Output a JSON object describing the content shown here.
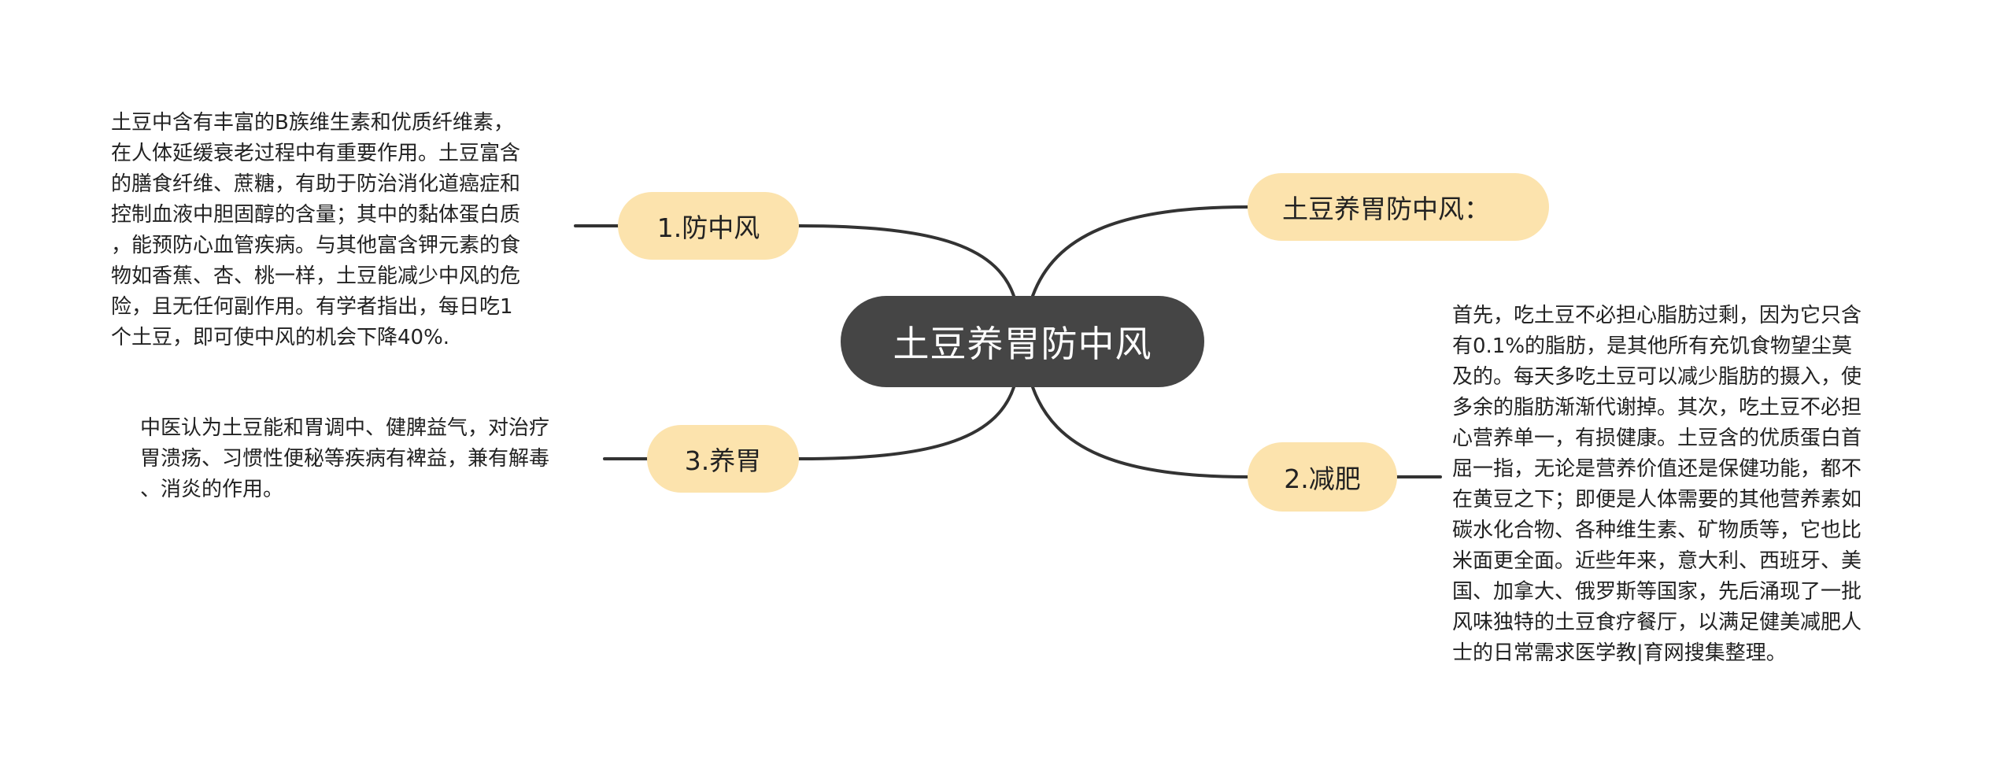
{
  "central": {
    "label": "土豆养胃防中风"
  },
  "colors": {
    "central_bg": "#454545",
    "topic_bg": "#fce3ad",
    "line": "#333333",
    "text": "#222222"
  },
  "topics": [
    {
      "label": "土豆养胃防中风：",
      "side": "right",
      "note_lines": []
    },
    {
      "label": "1.防中风",
      "side": "left",
      "note_lines": [
        "土豆中含有丰富的B族维生素和优质纤维素，",
        "在人体延缓衰老过程中有重要作用。土豆富含",
        "的膳食纤维、蔗糖，有助于防治消化道癌症和",
        "控制血液中胆固醇的含量；其中的黏体蛋白质",
        "，能预防心血管疾病。与其他富含钾元素的食",
        "物如香蕉、杏、桃一样，土豆能减少中风的危",
        "险，且无任何副作用。有学者指出，每日吃1",
        "个土豆，即可使中风的机会下降40%."
      ]
    },
    {
      "label": "2.减肥",
      "side": "right",
      "note_lines": [
        "首先，吃土豆不必担心脂肪过剩，因为它只含",
        "有0.1%的脂肪，是其他所有充饥食物望尘莫",
        "及的。每天多吃土豆可以减少脂肪的摄入，使",
        "多余的脂肪渐渐代谢掉。其次，吃土豆不必担",
        "心营养单一，有损健康。土豆含的优质蛋白首",
        "屈一指，无论是营养价值还是保健功能，都不",
        "在黄豆之下；即便是人体需要的其他营养素如",
        "碳水化合物、各种维生素、矿物质等，它也比",
        "米面更全面。近些年来，意大利、西班牙、美",
        "国、加拿大、俄罗斯等国家，先后涌现了一批",
        "风味独特的土豆食疗餐厅，以满足健美减肥人",
        "士的日常需求医学教|育网搜集整理。"
      ]
    },
    {
      "label": "3.养胃",
      "side": "left",
      "note_lines": [
        "中医认为土豆能和胃调中、健脾益气，对治疗",
        "胃溃疡、习惯性便秘等疾病有裨益，兼有解毒",
        "、消炎的作用。"
      ]
    }
  ]
}
